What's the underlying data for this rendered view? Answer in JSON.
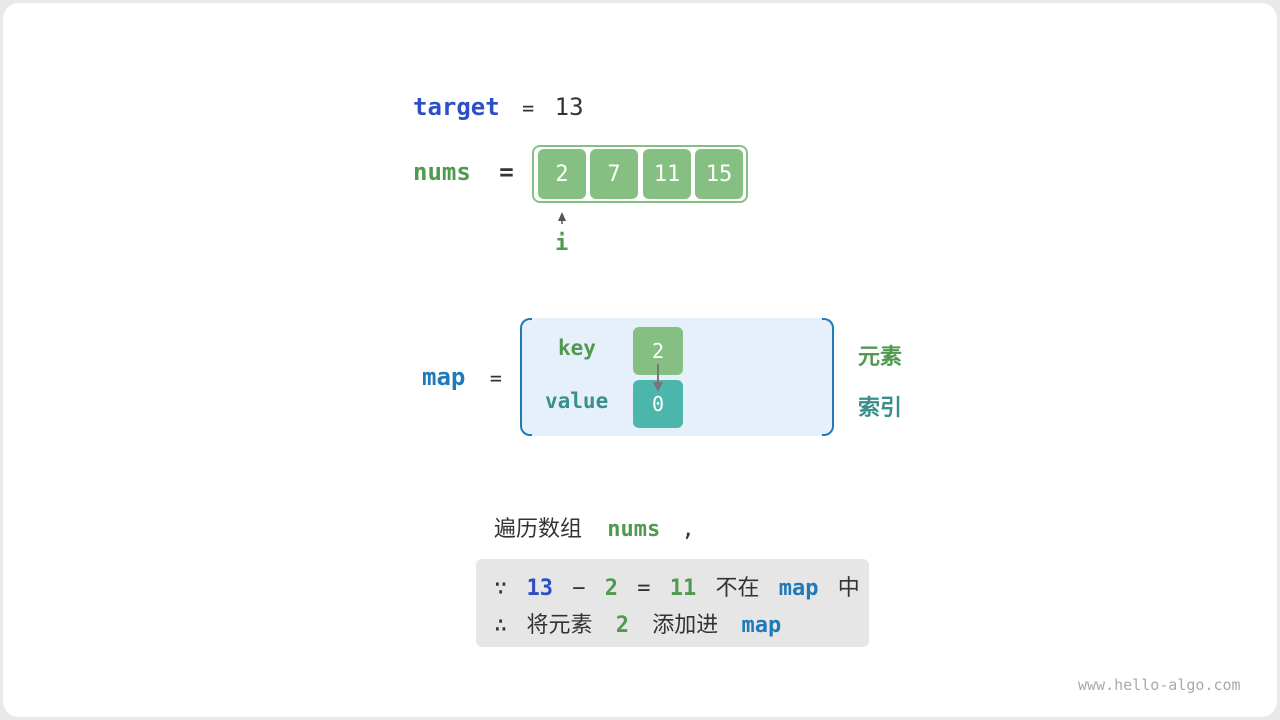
{
  "target": {
    "label": "target",
    "eq": "=",
    "value": "13"
  },
  "nums": {
    "label": "nums",
    "eq": "=",
    "items": [
      "2",
      "7",
      "11",
      "15"
    ]
  },
  "pointer": {
    "label": "i"
  },
  "map": {
    "label": "map",
    "eq": "=",
    "key_label": "key",
    "value_label": "value",
    "key": "2",
    "value": "0",
    "key_desc": "元素",
    "value_desc": "索引"
  },
  "text": {
    "line1_prefix": "遍历数组",
    "line1_nums": "nums",
    "line1_comma": ","
  },
  "note": {
    "because": "∵",
    "a": "13",
    "minus": "−",
    "b": "2",
    "eq": "=",
    "c": "11",
    "not_in": "不在",
    "map1": "map",
    "zhong": "中",
    "therefore": "∴",
    "add_prefix": "将元素",
    "elem": "2",
    "add_suffix": "添加进",
    "map2": "map"
  },
  "colors": {
    "green": "#86bf82",
    "teal": "#4db6ac",
    "blue": "#2d4fc4",
    "mapblue": "#1e7ab8"
  },
  "watermark": "www.hello-algo.com"
}
